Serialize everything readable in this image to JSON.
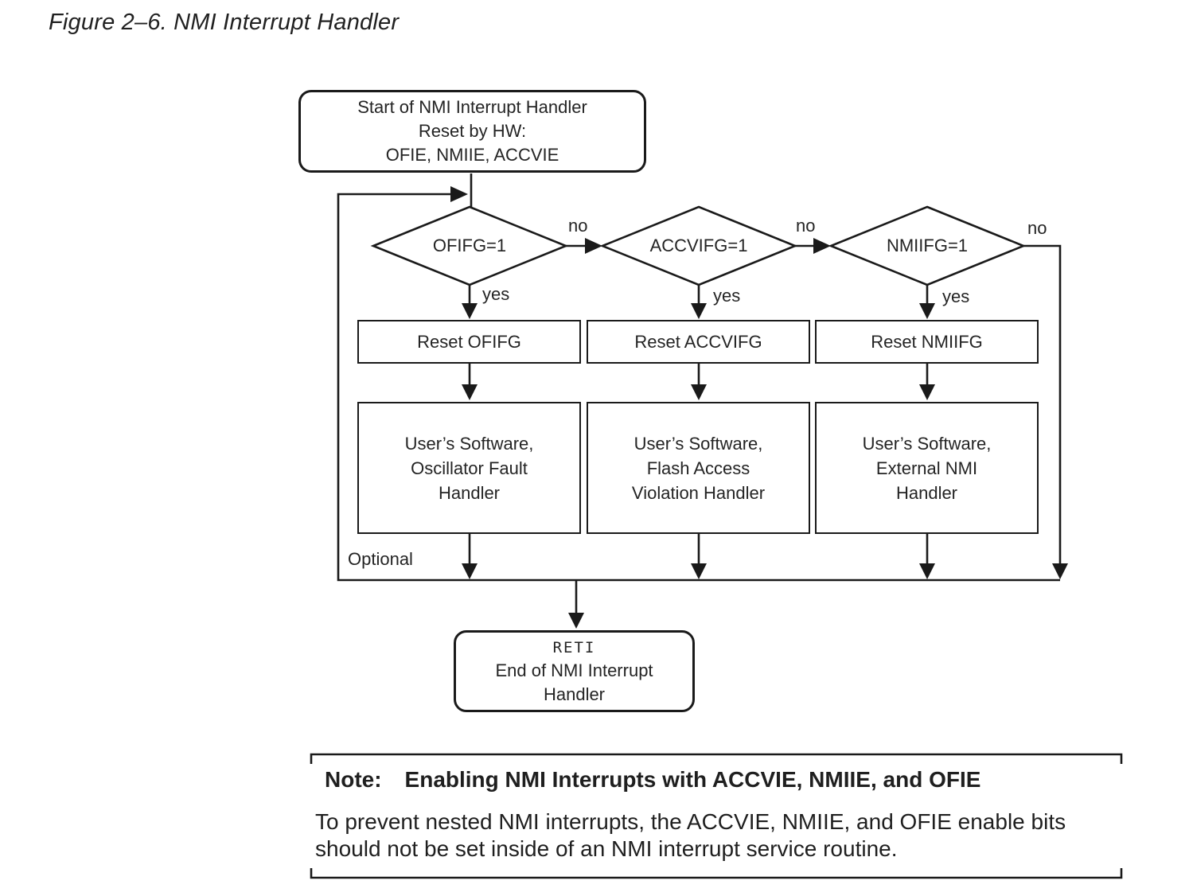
{
  "figure": {
    "title": "Figure 2–6. NMI Interrupt Handler"
  },
  "colors": {
    "ink": "#1a1a1a",
    "background": "#ffffff"
  },
  "flowchart": {
    "start_box": {
      "lines": [
        "Start of NMI Interrupt Handler",
        "Reset by HW:",
        "OFIE, NMIIE, ACCVIE"
      ]
    },
    "decisions": [
      {
        "label": "OFIFG=1",
        "no_label": "no",
        "yes_label": "yes"
      },
      {
        "label": "ACCVIFG=1",
        "no_label": "no",
        "yes_label": "yes"
      },
      {
        "label": "NMIIFG=1",
        "no_label": "no",
        "yes_label": "yes"
      }
    ],
    "reset_boxes": [
      {
        "label": "Reset OFIFG"
      },
      {
        "label": "Reset ACCVIFG"
      },
      {
        "label": "Reset NMIIFG"
      }
    ],
    "handler_boxes": [
      {
        "lines": [
          "User’s Software,",
          "Oscillator Fault",
          "Handler"
        ]
      },
      {
        "lines": [
          "User’s Software,",
          "Flash Access",
          "Violation Handler"
        ]
      },
      {
        "lines": [
          "User’s Software,",
          "External NMI",
          "Handler"
        ]
      }
    ],
    "optional_label": "Optional",
    "end_box": {
      "code": "RETI",
      "lines": [
        "End of NMI Interrupt",
        "Handler"
      ]
    }
  },
  "note": {
    "label": "Note:",
    "heading": "Enabling NMI Interrupts with ACCVIE, NMIIE, and OFIE",
    "body_lines": [
      "To prevent nested NMI interrupts, the ACCVIE, NMIIE, and OFIE enable bits",
      "should not be set inside of an NMI interrupt service routine."
    ]
  }
}
